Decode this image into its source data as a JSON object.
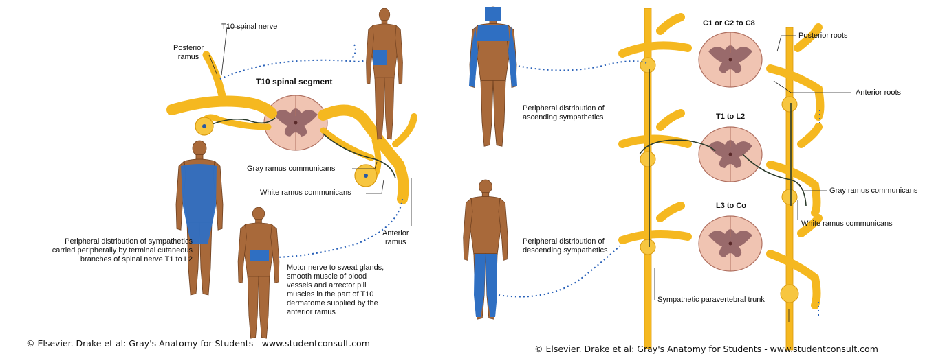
{
  "left_panel": {
    "t10_spinal_nerve": "T10 spinal nerve",
    "posterior_ramus": "Posterior\nramus",
    "t10_spinal_segment": "T10 spinal segment",
    "gray_ramus": "Gray ramus communicans",
    "white_ramus": "White ramus communicans",
    "anterior_ramus": "Anterior\nramus",
    "peripheral_distribution": "Peripheral distribution of sympathetics\ncarried peripherally by terminal cutaneous\nbranches of spinal nerve T1 to L2",
    "motor_nerve": "Motor nerve to sweat glands,\nsmooth muscle of blood\nvessels and arrector pili\nmuscles in the part of T10\ndermatome supplied by the\nanterior ramus",
    "copyright": "© Elsevier. Drake et al: Gray's Anatomy for Students - www.studentconsult.com"
  },
  "right_panel": {
    "c1_c8": "C1 or C2 to C8",
    "t1_l2": "T1 to L2",
    "l3_co": "L3 to Co",
    "posterior_roots": "Posterior roots",
    "anterior_roots": "Anterior roots",
    "ascending": "Peripheral distribution of\nascending sympathetics",
    "descending": "Peripheral distribution of\ndescending sympathetics",
    "gray_ramus": "Gray ramus communicans",
    "white_ramus": "White ramus communicans",
    "trunk": "Sympathetic paravertebral trunk",
    "copyright": "© Elsevier. Drake et al: Gray's Anatomy for Students - www.studentconsult.com"
  },
  "colors": {
    "nerve": "#f5b820",
    "nerve_dark": "#d99a10",
    "skin": "#a8693a",
    "skin_dark": "#6e3f1e",
    "dermatome": "#2f6fc2",
    "cord": "#f0c4b2",
    "cord_grey": "#8a5a5e",
    "dots": "#2860b8"
  }
}
